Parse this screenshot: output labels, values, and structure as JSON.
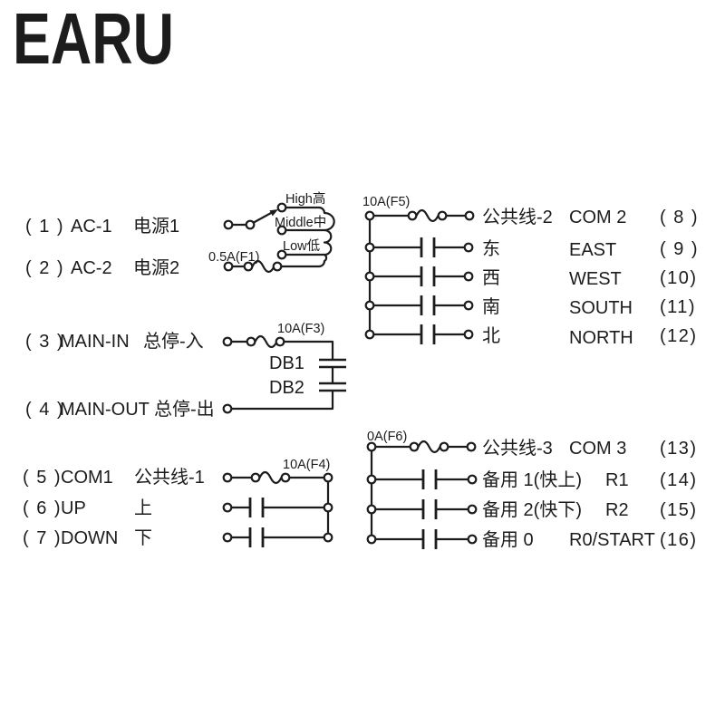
{
  "brand": {
    "logo": "EARU"
  },
  "colors": {
    "ink": "#1c1c1c",
    "background": "#ffffff"
  },
  "diagram": {
    "power_select": {
      "rows": [
        {
          "num": "( 1 )",
          "en": "AC-1",
          "cn": "电源1"
        },
        {
          "num": "( 2 )",
          "en": "AC-2",
          "cn": "电源2"
        }
      ],
      "taps": [
        "High高",
        "Middle中",
        "Low低"
      ],
      "fuse": "0.5A(F1)"
    },
    "main_stop": {
      "rows": [
        {
          "num": "( 3 )",
          "en": "MAIN-IN",
          "cn": "总停-入"
        },
        {
          "num": "( 4 )",
          "en": "MAIN-OUT",
          "cn": "总停-出"
        }
      ],
      "fuse": "10A(F3)",
      "relay_contacts": [
        "DB1",
        "DB2"
      ]
    },
    "updown_group": {
      "fuse": "10A(F4)",
      "rows": [
        {
          "num": "( 5 )",
          "en": "COM1",
          "cn": "公共线-1"
        },
        {
          "num": "( 6 )",
          "en": "UP",
          "cn": "上"
        },
        {
          "num": "( 7 )",
          "en": "DOWN",
          "cn": "下"
        }
      ]
    },
    "direction_group": {
      "fuse": "10A(F5)",
      "rows": [
        {
          "cn": "公共线-2",
          "en": "COM 2",
          "num": "( 8 )"
        },
        {
          "cn": "东",
          "en": "EAST",
          "num": "( 9 )"
        },
        {
          "cn": "西",
          "en": "WEST",
          "num": "(10)"
        },
        {
          "cn": "南",
          "en": "SOUTH",
          "num": "(11)"
        },
        {
          "cn": "北",
          "en": "NORTH",
          "num": "(12)"
        }
      ]
    },
    "aux_group": {
      "fuse": "0A(F6)",
      "rows": [
        {
          "cn": "公共线-3",
          "en": "COM 3",
          "num": "(13)"
        },
        {
          "cn": "备用 1(快上)",
          "en": "R1",
          "num": "(14)"
        },
        {
          "cn": "备用 2(快下)",
          "en": "R2",
          "num": "(15)"
        },
        {
          "cn": "备用 0",
          "en": "R0/START",
          "num": "(16)"
        }
      ]
    }
  }
}
